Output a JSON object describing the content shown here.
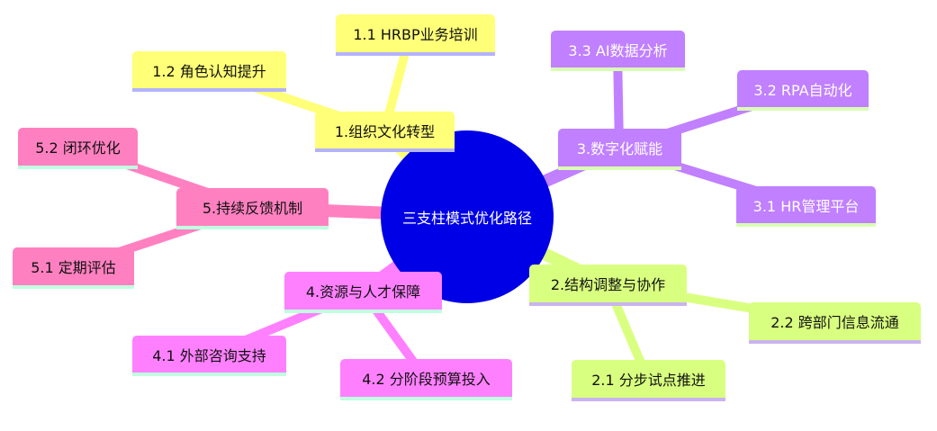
{
  "root": {
    "label": "三支柱模式优化路径",
    "color": "#0000e6"
  },
  "branches": [
    {
      "label": "1.组织文化转型",
      "color": "#ffff78",
      "children": [
        "1.1 HRBP业务培训",
        "1.2 角色认知提升"
      ]
    },
    {
      "label": "2.结构调整与协作",
      "color": "#d9ff80",
      "children": [
        "2.1 分步试点推进",
        "2.2 跨部门信息流通"
      ]
    },
    {
      "label": "3.数字化赋能",
      "color": "#c080ff",
      "children": [
        "3.1 HR管理平台",
        "3.2 RPA自动化",
        "3.3 AI数据分析"
      ]
    },
    {
      "label": "4.资源与人才保障",
      "color": "#ff80ff",
      "children": [
        "4.1 外部咨询支持",
        "4.2 分阶段预算投入"
      ]
    },
    {
      "label": "5.持续反馈机制",
      "color": "#ff80c0",
      "children": [
        "5.1 定期评估",
        "5.2 闭环优化"
      ]
    }
  ]
}
